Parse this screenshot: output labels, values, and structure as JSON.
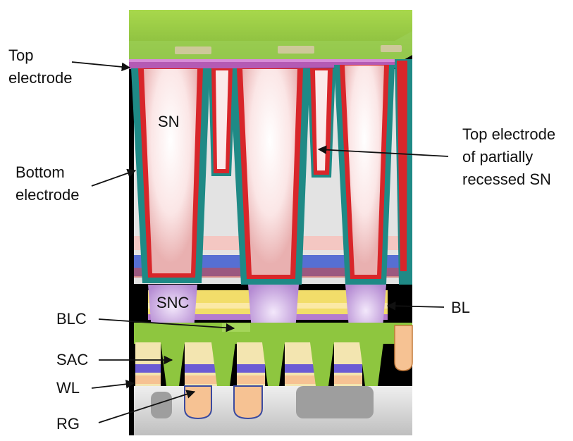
{
  "diagram": {
    "labels": {
      "top_electrode_1": "Top",
      "top_electrode_2": "electrode",
      "bottom_electrode_1": "Bottom",
      "bottom_electrode_2": "electrode",
      "sn": "SN",
      "snc": "SNC",
      "recessed_1": "Top electrode",
      "recessed_2": "of partially",
      "recessed_3": "recessed SN",
      "blc": "BLC",
      "sac": "SAC",
      "wl": "WL",
      "rg": "RG",
      "bl": "BL"
    },
    "colors": {
      "top_plate": "#8ec63f",
      "electrode_red": "#d8262a",
      "electrode_teal": "#1f8a86",
      "magenta_layer": "#b45ab4",
      "snc_purple": "#c8a6e0",
      "bl_yellow": "#f2dd6a",
      "rg_peach": "#f6c293",
      "substrate_gray": "#d6d6d6",
      "background_black": "#000000"
    }
  }
}
